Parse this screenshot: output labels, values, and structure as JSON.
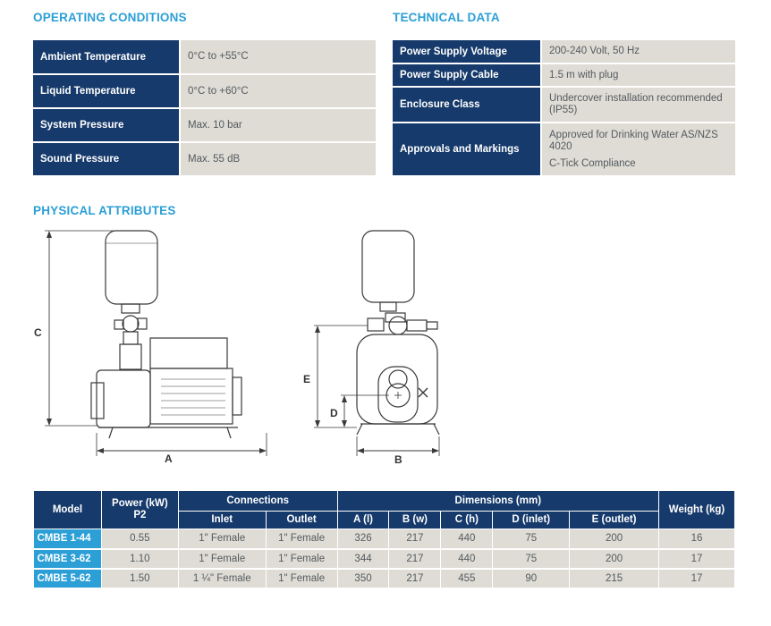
{
  "operating": {
    "title": "OPERATING CONDITIONS",
    "rows": [
      {
        "label": "Ambient Temperature",
        "value": "0°C to +55°C"
      },
      {
        "label": "Liquid Temperature",
        "value": "0°C to +60°C"
      },
      {
        "label": "System Pressure",
        "value": "Max. 10 bar"
      },
      {
        "label": "Sound Pressure",
        "value": "Max. 55 dB"
      }
    ]
  },
  "technical": {
    "title": "TECHNICAL DATA",
    "rows": [
      {
        "label": "Power Supply Voltage",
        "value": "200-240 Volt, 50 Hz"
      },
      {
        "label": "Power Supply Cable",
        "value": "1.5 m with plug"
      },
      {
        "label": "Enclosure Class",
        "value": "Undercover installation recommended (IP55)"
      },
      {
        "label": "Approvals and Markings",
        "value": "Approved for Drinking Water AS/NZS 4020",
        "value2": "C-Tick Compliance"
      }
    ]
  },
  "physical": {
    "title": "PHYSICAL ATTRIBUTES",
    "side_labels": {
      "c": "C",
      "a": "A"
    },
    "front_labels": {
      "e": "E",
      "d": "D",
      "b": "B"
    }
  },
  "dimensions": {
    "headers": {
      "model": "Model",
      "power": "Power (kW) P2",
      "connections": "Connections",
      "inlet": "Inlet",
      "outlet": "Outlet",
      "dimensions": "Dimensions (mm)",
      "a": "A (l)",
      "b": "B (w)",
      "c": "C (h)",
      "d": "D (inlet)",
      "e": "E (outlet)",
      "weight": "Weight (kg)"
    },
    "rows": [
      {
        "model": "CMBE 1-44",
        "power": "0.55",
        "inlet": "1\" Female",
        "outlet": "1\" Female",
        "a": "326",
        "b": "217",
        "c": "440",
        "d": "75",
        "e": "200",
        "weight": "16"
      },
      {
        "model": "CMBE 3-62",
        "power": "1.10",
        "inlet": "1\" Female",
        "outlet": "1\" Female",
        "a": "344",
        "b": "217",
        "c": "440",
        "d": "75",
        "e": "200",
        "weight": "17"
      },
      {
        "model": "CMBE 5-62",
        "power": "1.50",
        "inlet": "1 ¼\" Female",
        "outlet": "1\" Female",
        "a": "350",
        "b": "217",
        "c": "455",
        "d": "90",
        "e": "215",
        "weight": "17"
      }
    ]
  },
  "colors": {
    "navy": "#163a6b",
    "accent": "#2b9fd6",
    "cell": "#dedcd4"
  }
}
